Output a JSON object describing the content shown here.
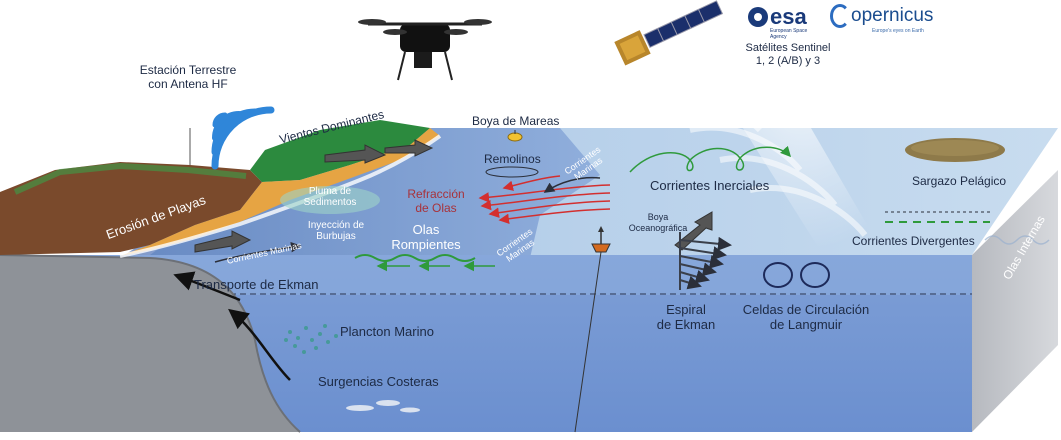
{
  "logos": {
    "esa": {
      "name": "esa",
      "tagline": "European Space Agency"
    },
    "copernicus": {
      "name": "opernicus",
      "tagline": "Europe's eyes on Earth"
    }
  },
  "labels": {
    "satellites": "Satélites Sentinel\n1, 2 (A/B) y 3",
    "hf_station": "Estación Terrestre\ncon Antena HF",
    "prevailing_winds": "Vientos Dominantes",
    "tide_buoy": "Boya de Mareas",
    "beach_erosion": "Erosión de Playas",
    "sediment_plume": "Pluma de\nSedimentos",
    "bubble_injection": "Inyección de\nBurbujas",
    "eddies": "Remolinos",
    "wave_refraction": "Refracción\nde Olas",
    "breaking_waves": "Olas\nRompientes",
    "marine_currents_1": "Corrientes Marinas",
    "marine_currents_2": "Corrientes\nMarinas",
    "marine_currents_3": "Corrientes\nMarinas",
    "inertial_currents": "Corrientes Inerciales",
    "pelagic_sargassum": "Sargazo Pelágico",
    "divergent_currents": "Corrientes Divergentes",
    "internal_waves": "Olas Internas",
    "ocean_buoy": "Boya\nOceanográfica",
    "ekman_transport": "Transporte de Ekman",
    "ekman_spiral": "Espiral\nde Ekman",
    "langmuir_cells": "Celdas de Circulación\nde Langmuir",
    "marine_plankton": "Plancton Marino",
    "coastal_upwelling": "Surgencias Costeras"
  },
  "colors": {
    "ocean_surface": "#b3cfe9",
    "water_column": "#86a6d8",
    "sea_floor": "#8a8f97",
    "land_grass": "#2c8a3e",
    "land_soil": "#7a4a2c",
    "sand": "#e6a443",
    "label_text": "#1f3a63",
    "refraction_arrows": "#d32f2f",
    "current_arrows": "#2f9a3c"
  }
}
